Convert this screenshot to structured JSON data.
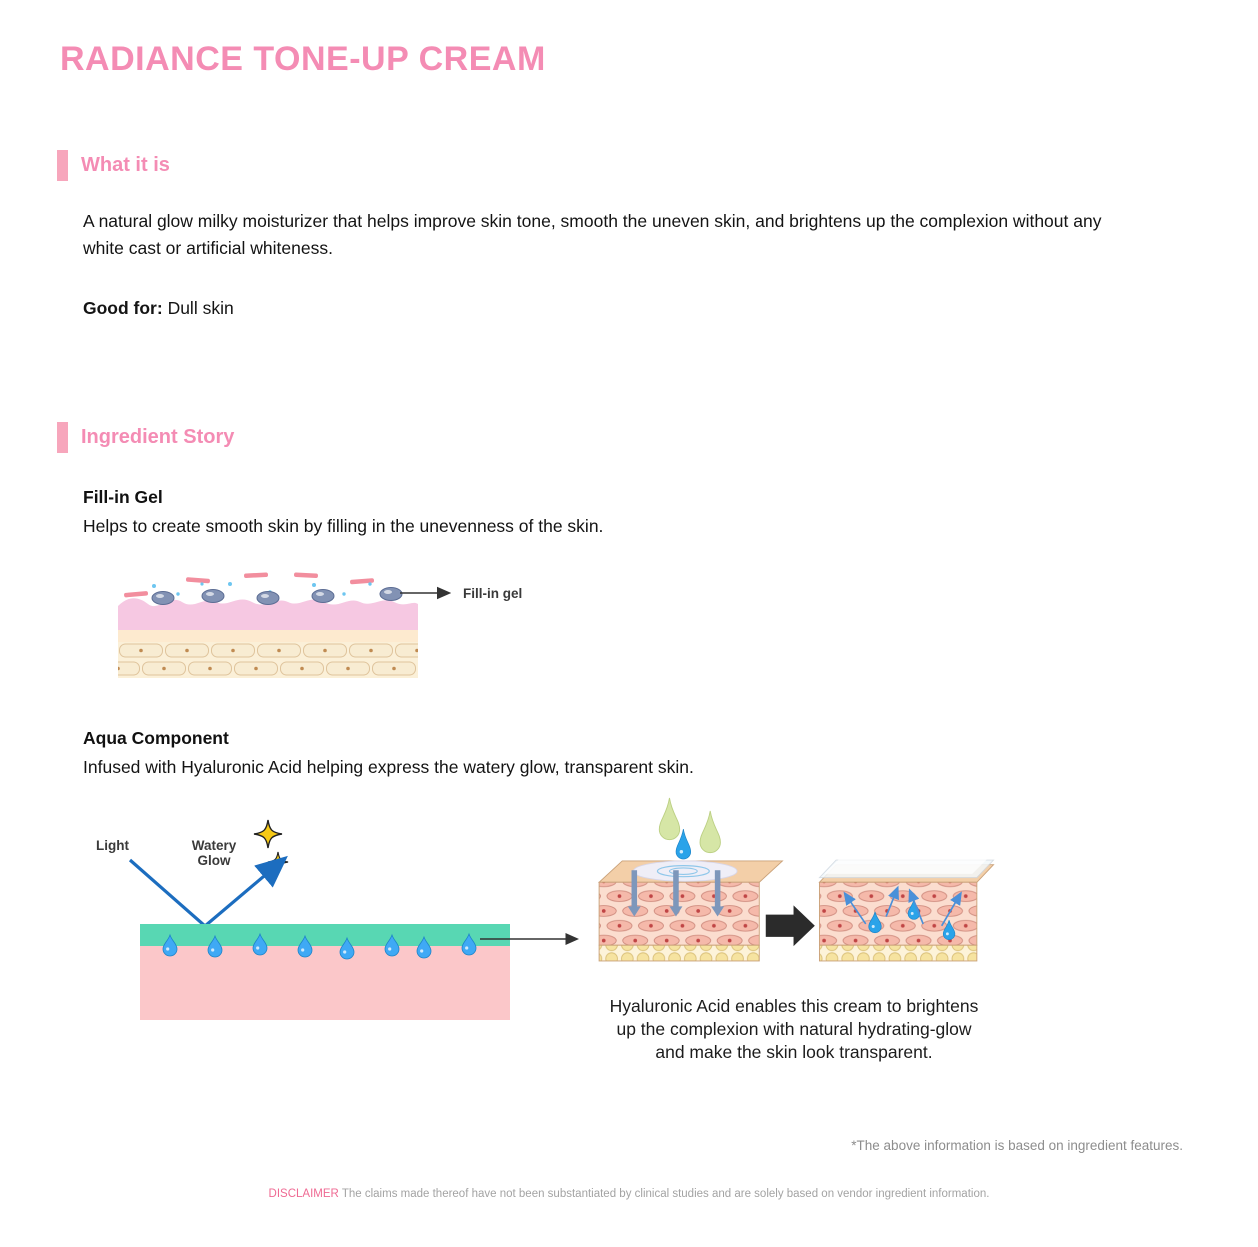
{
  "page": {
    "title": "RADIANCE TONE-UP CREAM"
  },
  "what_it_is": {
    "header": "What it is",
    "body": "A natural glow milky moisturizer that helps improve skin tone, smooth the uneven skin, and brightens up the complexion without any white cast or artificial whiteness.",
    "good_for_label": "Good for:",
    "good_for_value": " Dull skin"
  },
  "ingredient_story": {
    "header": "Ingredient Story",
    "fill_in_gel": {
      "title": "Fill-in Gel",
      "description": "Helps to create smooth skin by filling in the unevenness of the skin.",
      "diagram_label": "Fill-in gel"
    },
    "aqua": {
      "title": "Aqua Component",
      "description": "Infused with Hyaluronic Acid helping express the watery glow, transparent skin.",
      "light_label": "Light",
      "watery_glow_label": "Watery\nGlow",
      "caption": "Hyaluronic Acid enables this cream to brightens\nup the complexion with natural hydrating-glow\nand make the skin look transparent."
    }
  },
  "footer": {
    "note": "*The above information is based on ingredient features.",
    "disclaimer_label": "DISCLAIMER",
    "disclaimer_text": "The claims made thereof have not been substantiated by clinical studies and are solely based on vendor ingredient information."
  },
  "colors": {
    "accent_pink": "#f48cb4",
    "section_bar_pink": "#f7a6bc",
    "teal_surface": "#58d7b3",
    "pink_skin_block": "#fbc7c9",
    "water_drop_blue": "#3fa9f5",
    "light_arrow_blue": "#1c6dbf",
    "sparkle_gold": "#f6c915"
  }
}
